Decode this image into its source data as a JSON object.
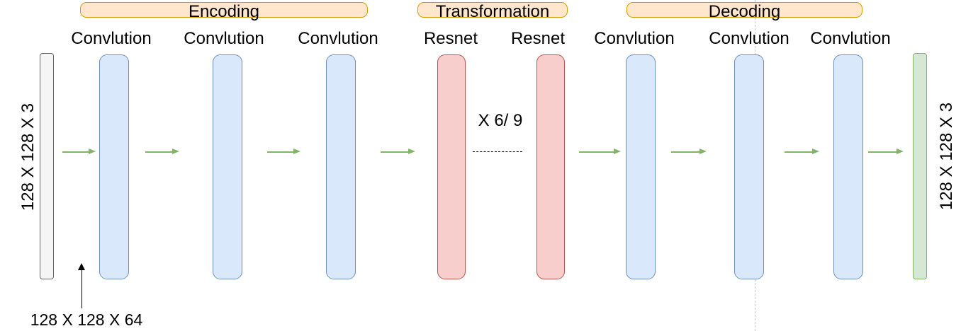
{
  "diagram_type": "cyclegan-generator-architecture",
  "sections": [
    {
      "label": "Encoding"
    },
    {
      "label": "Transformation"
    },
    {
      "label": "Decoding"
    }
  ],
  "layers": [
    {
      "label": "Convlution",
      "type": "convolution",
      "section": "Encoding"
    },
    {
      "label": "Convlution",
      "type": "convolution",
      "section": "Encoding"
    },
    {
      "label": "Convlution",
      "type": "convolution",
      "section": "Encoding"
    },
    {
      "label": "Resnet",
      "type": "resnet",
      "section": "Transformation"
    },
    {
      "label": "Resnet",
      "type": "resnet",
      "section": "Transformation"
    },
    {
      "label": "Convlution",
      "type": "convolution",
      "section": "Decoding"
    },
    {
      "label": "Convlution",
      "type": "convolution",
      "section": "Decoding"
    },
    {
      "label": "Convlution",
      "type": "convolution",
      "section": "Decoding"
    }
  ],
  "input_tensor": {
    "label": "128 X 128 X 3"
  },
  "output_tensor": {
    "label": "128 X 128 X 3"
  },
  "annotations": {
    "first_layer_size": "128 X 128 X 64",
    "resnet_repeat": "X 6/ 9"
  },
  "colors": {
    "section_header_fill": "#ffe6cc",
    "section_header_stroke": "#d79b00",
    "conv_fill": "#dae8fc",
    "conv_stroke": "#6c8ebf",
    "resnet_fill": "#f8cecc",
    "resnet_stroke": "#b85450",
    "input_fill": "#f5f5f5",
    "input_stroke": "#666666",
    "output_fill": "#d5e8d4",
    "output_stroke": "#82b366",
    "arrow": "#82b366",
    "guide_line": "#c9c9c9"
  }
}
